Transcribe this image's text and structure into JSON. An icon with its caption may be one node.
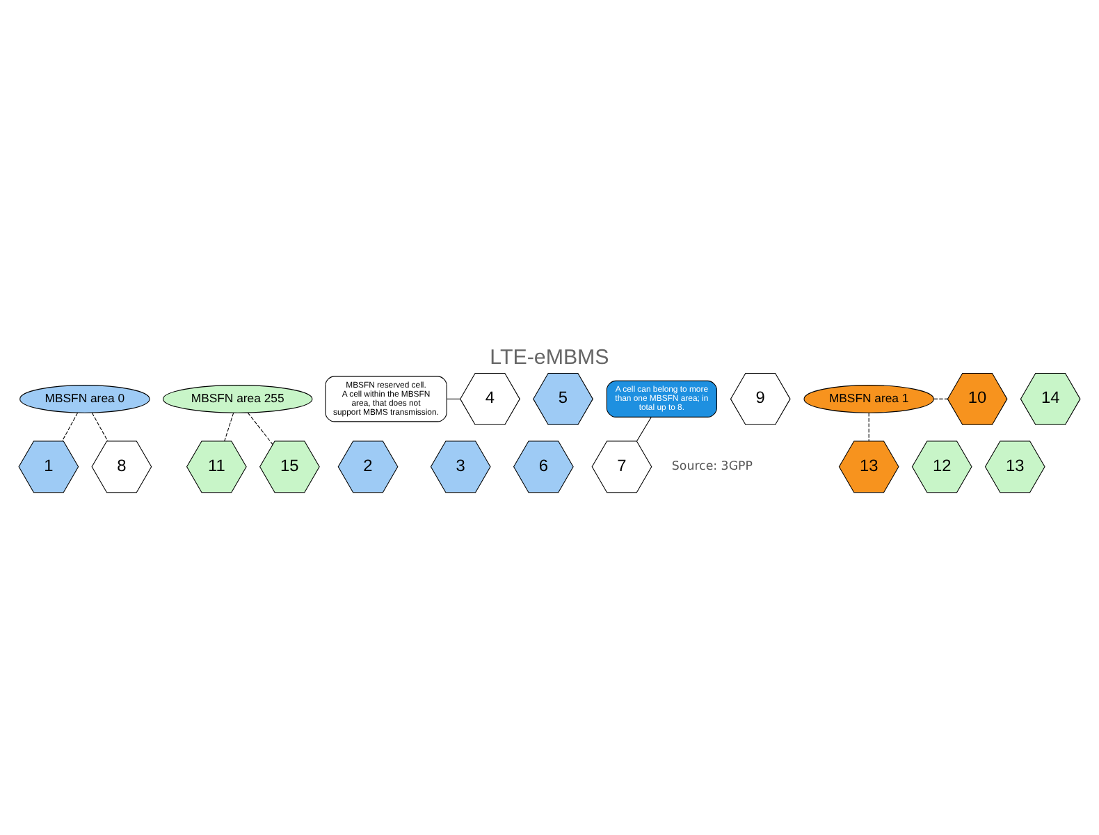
{
  "diagram": {
    "title": "LTE-eMBMS",
    "nodes": [
      {
        "text": [
          "MBSFN area 0"
        ]
      },
      {
        "text": [
          "MBSFN area 255"
        ]
      },
      {
        "text": [
          "1"
        ]
      },
      {
        "text": [
          "2"
        ]
      },
      {
        "text": [
          "3"
        ]
      },
      {
        "text": [
          "4"
        ]
      },
      {
        "text": [
          "5"
        ]
      },
      {
        "text": [
          "6"
        ]
      },
      {
        "text": [
          "7"
        ]
      },
      {
        "text": [
          "8"
        ]
      },
      {
        "text": [
          "9"
        ]
      },
      {
        "text": [
          "10"
        ]
      },
      {
        "text": [
          "11"
        ]
      },
      {
        "text": [
          "12"
        ]
      },
      {
        "text": [
          "13"
        ]
      },
      {
        "text": [
          "14"
        ]
      },
      {
        "text": [
          "15"
        ]
      },
      {
        "text": [
          "13"
        ]
      },
      {
        "text": [
          "MBSFN reserved cell.",
          "A cell within the MBSFN area, that does not support MBMS transmission."
        ]
      },
      {
        "text": [
          "A cell can belong to more than one MBSFN area; in total up to 8."
        ]
      },
      {
        "text": [
          "MBSFN area 1"
        ]
      }
    ],
    "edges": [
      {
        "from": 0,
        "to": 2,
        "arrow": "none",
        "style": "dashed"
      },
      {
        "from": 0,
        "to": 9,
        "arrow": "none",
        "style": "dashed"
      },
      {
        "from": 1,
        "to": 12,
        "arrow": "none",
        "style": "dashed"
      },
      {
        "from": 1,
        "to": 16,
        "arrow": "none",
        "style": "dashed"
      },
      {
        "from": 18,
        "to": 5,
        "arrow": "none"
      },
      {
        "from": 19,
        "to": 8,
        "arrow": "none"
      },
      {
        "from": 20,
        "to": 11,
        "arrow": "none",
        "style": "dashed"
      },
      {
        "from": 20,
        "to": 17,
        "arrow": "none",
        "style": "dashed"
      }
    ],
    "labels": [
      "Source: 3GPP"
    ]
  }
}
